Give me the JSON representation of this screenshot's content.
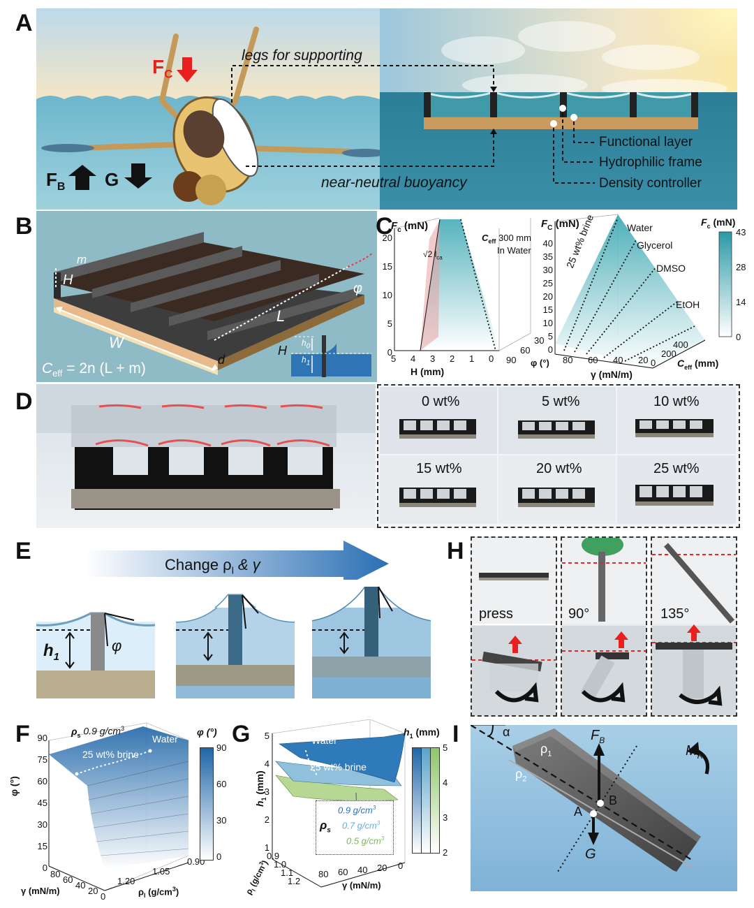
{
  "panels": {
    "A": {
      "letter": "A",
      "fc": "F",
      "fc_sub": "C",
      "fb": "F",
      "fb_sub": "B",
      "g": "G",
      "legs": "legs for supporting",
      "buoyancy": "near-neutral buoyancy",
      "functional": "Functional layer",
      "hydrophilic": "Hydrophilic frame",
      "density": "Density controller"
    },
    "B": {
      "letter": "B",
      "m": "m",
      "H": "H",
      "L": "L",
      "W": "W",
      "d": "d",
      "phi": "φ",
      "h0": "h",
      "h0_sub": "0",
      "h1": "h",
      "h1_sub": "1",
      "H2": "H",
      "ceff": "C",
      "ceff_sub": "eff",
      "ceff_eq": " = 2n (L + m)"
    },
    "C": {
      "letter": "C",
      "left_z": "F",
      "left_z_sub": "c",
      "left_z_unit": " (mN)",
      "ceff_note_a": "C",
      "ceff_note_sub": "eff",
      "ceff_note_b": " 300 mm",
      "in_water": "In Water",
      "sqrt_label": "√2 l",
      "sqrt_sub": "ca",
      "left_zticks": [
        "0",
        "5",
        "10",
        "15",
        "20"
      ],
      "left_xticks": [
        "5",
        "4",
        "3",
        "2",
        "1",
        "0"
      ],
      "left_xlabel": "H (mm)",
      "left_yticks": [
        "90",
        "60",
        "30"
      ],
      "left_ylabel": "φ (°)",
      "right_z": "F",
      "right_z_sub": "C",
      "right_z_unit": " (mN)",
      "right_zticks": [
        "0",
        "5",
        "10",
        "15",
        "20",
        "25",
        "30",
        "35",
        "40"
      ],
      "right_xticks": [
        "80",
        "60",
        "40",
        "20"
      ],
      "right_xlabel": "γ (mN/m)",
      "right_yticks": [
        "0",
        "200",
        "400"
      ],
      "right_ylabel": "C",
      "right_ylabel_sub": "eff",
      "right_ylabel_unit": " (mm)",
      "liquids": [
        "Water",
        "Glycerol",
        "DMSO",
        "EtOH"
      ],
      "brine": "25 wt% brine",
      "cbar_title": "F",
      "cbar_title_sub": "c",
      "cbar_unit": " (mN)",
      "cbar_ticks": [
        "43",
        "28",
        "14",
        "0"
      ]
    },
    "D": {
      "letter": "D",
      "concentrations": [
        "0 wt%",
        "5 wt%",
        "10 wt%",
        "15 wt%",
        "20 wt%",
        "25 wt%"
      ]
    },
    "E": {
      "letter": "E",
      "arrow_label": "Change ρ",
      "arrow_label_sub": "l",
      "arrow_label_b": " & γ",
      "h1": "h",
      "h1_sub": "1",
      "phi": "φ"
    },
    "F": {
      "letter": "F",
      "rho_s": "ρ",
      "rho_s_sub": "s",
      "rho_s_val": " 0.9 g/cm",
      "rho_s_sup": "3",
      "water": "Water",
      "brine": "25 wt% brine",
      "zlabel": "φ (°)",
      "zticks": [
        "0",
        "15",
        "30",
        "45",
        "60",
        "75",
        "90"
      ],
      "gticks": [
        "80",
        "60",
        "40",
        "20",
        "0"
      ],
      "glabel": "γ (mN/m)",
      "rticks": [
        "1.20",
        "1.05",
        "0.90"
      ],
      "rlabel": "ρ",
      "rlabel_sub": "l",
      "rlabel_unit": " (g/cm",
      "rlabel_sup": "3",
      "rlabel_end": ")",
      "cbar_title": "φ (°)",
      "cbar_ticks": [
        "90",
        "60",
        "30",
        "0"
      ]
    },
    "G": {
      "letter": "G",
      "water": "Water",
      "brine": "25 wt% brine",
      "zlabel": "h",
      "zlabel_sub": "1",
      "zlabel_unit": " (mm)",
      "zticks": [
        "1",
        "2",
        "3",
        "4",
        "5"
      ],
      "rticks": [
        "0.9",
        "1.0",
        "1.1",
        "1.2"
      ],
      "rlabel": "ρ",
      "rlabel_sub": "l",
      "rlabel_unit": " (g/cm",
      "rlabel_sup": "3",
      "rlabel_end": ")",
      "gticks": [
        "80",
        "60",
        "40",
        "20",
        "0"
      ],
      "glabel": "γ (mN/m)",
      "legend_title": "ρ",
      "legend_title_sub": "s",
      "legend": [
        {
          "label": "0.9 g/cm",
          "sup": "3",
          "color": "#2a73b8"
        },
        {
          "label": "0.7 g/cm",
          "sup": "3",
          "color": "#6aaed6"
        },
        {
          "label": "0.5 g/cm",
          "sup": "3",
          "color": "#8fc56b"
        }
      ],
      "cbar_title": "h",
      "cbar_title_sub": "1",
      "cbar_unit": " (mm)",
      "cbar_ticks": [
        "5",
        "4",
        "3",
        "2"
      ]
    },
    "H": {
      "letter": "H",
      "labels": [
        "press",
        "90°",
        "135°"
      ]
    },
    "I": {
      "letter": "I",
      "alpha": "α",
      "rho1": "ρ",
      "rho1_sub": "1",
      "rho2": "ρ",
      "rho2_sub": "2",
      "fb": "F",
      "fb_sub": "B",
      "b": "B",
      "a": "A",
      "g": "G",
      "mr": "M",
      "mr_sub": "R"
    }
  }
}
